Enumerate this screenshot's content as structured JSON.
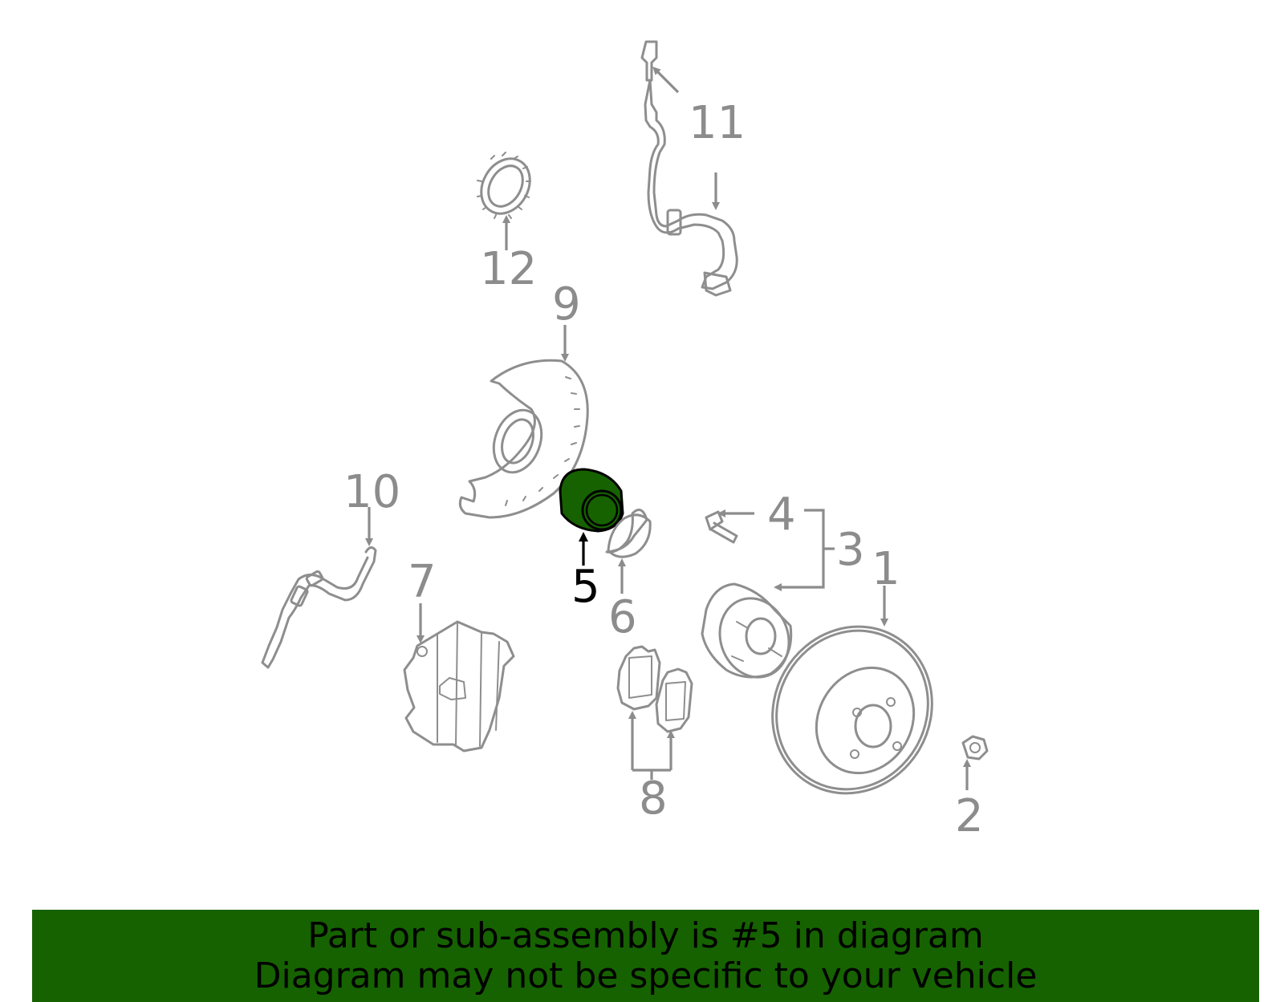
{
  "callouts": [
    "1",
    "2",
    "3",
    "4",
    "5",
    "6",
    "7",
    "8",
    "9",
    "10",
    "11",
    "12"
  ],
  "highlighted_part": "5",
  "colors": {
    "part_stroke": "#8e8e8e",
    "highlight_fill": "#166200",
    "banner_bg": "#166200",
    "highlight_text": "#000000"
  },
  "banner": {
    "line1": "Part or sub-assembly is #5 in diagram",
    "line2": "Diagram may not be specific to your vehicle"
  }
}
